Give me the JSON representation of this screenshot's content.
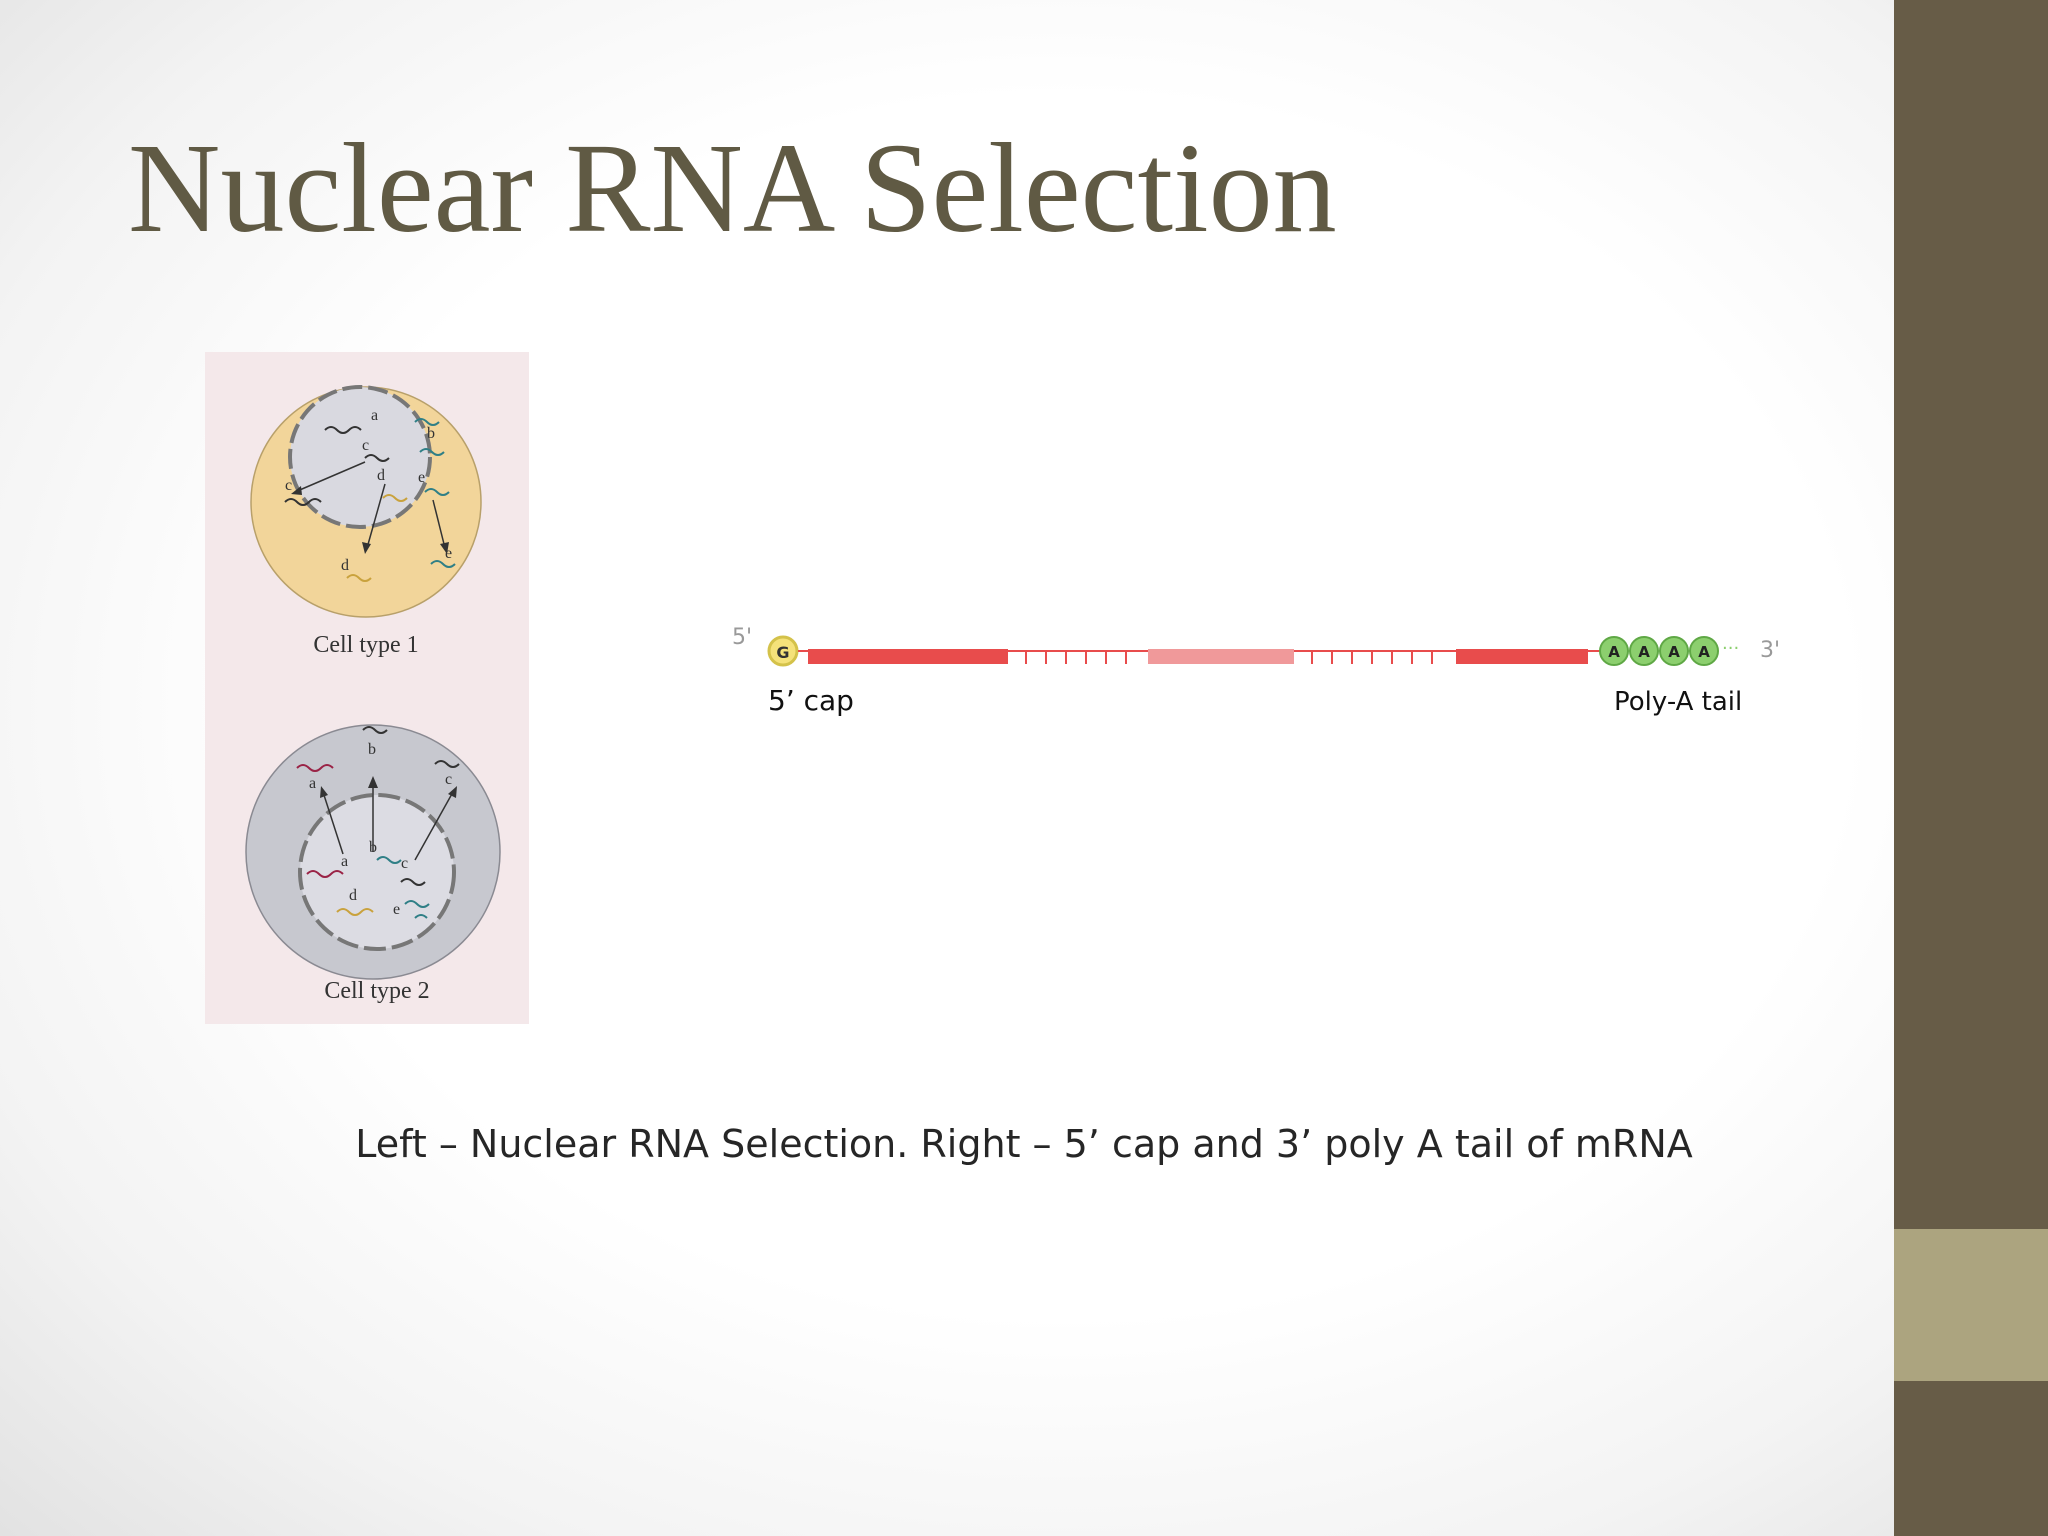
{
  "title": "Nuclear RNA Selection",
  "caption": "Left – Nuclear RNA Selection. Right – 5’ cap and 3’ poly A tail of mRNA",
  "cell_figure": {
    "cell1": {
      "label": "Cell type 1",
      "nuclear_rnas": [
        "a",
        "b",
        "c",
        "d",
        "e"
      ],
      "exported_rnas": [
        "c",
        "d",
        "e"
      ]
    },
    "cell2": {
      "label": "Cell type 2",
      "nuclear_rnas": [
        "a",
        "b",
        "c",
        "d",
        "e"
      ],
      "exported_rnas": [
        "a",
        "b",
        "c"
      ]
    }
  },
  "mrna_figure": {
    "five_prime": "5'",
    "three_prime": "3'",
    "cap_base": "G",
    "tail_bases": [
      "A",
      "A",
      "A",
      "A"
    ],
    "tail_dots": "···",
    "cap_label": "5’ cap",
    "tail_label": "Poly-A tail"
  },
  "colors": {
    "title": "#605a44",
    "sidebar": "#675c47",
    "sidebar_accent": "#aca47f",
    "cell1_cytoplasm": "#f2d59a",
    "cell2_cytoplasm": "#c7c8cf",
    "exon": "#e84c4c",
    "cap": "#f5e27a",
    "tail": "#8ccf6e"
  }
}
